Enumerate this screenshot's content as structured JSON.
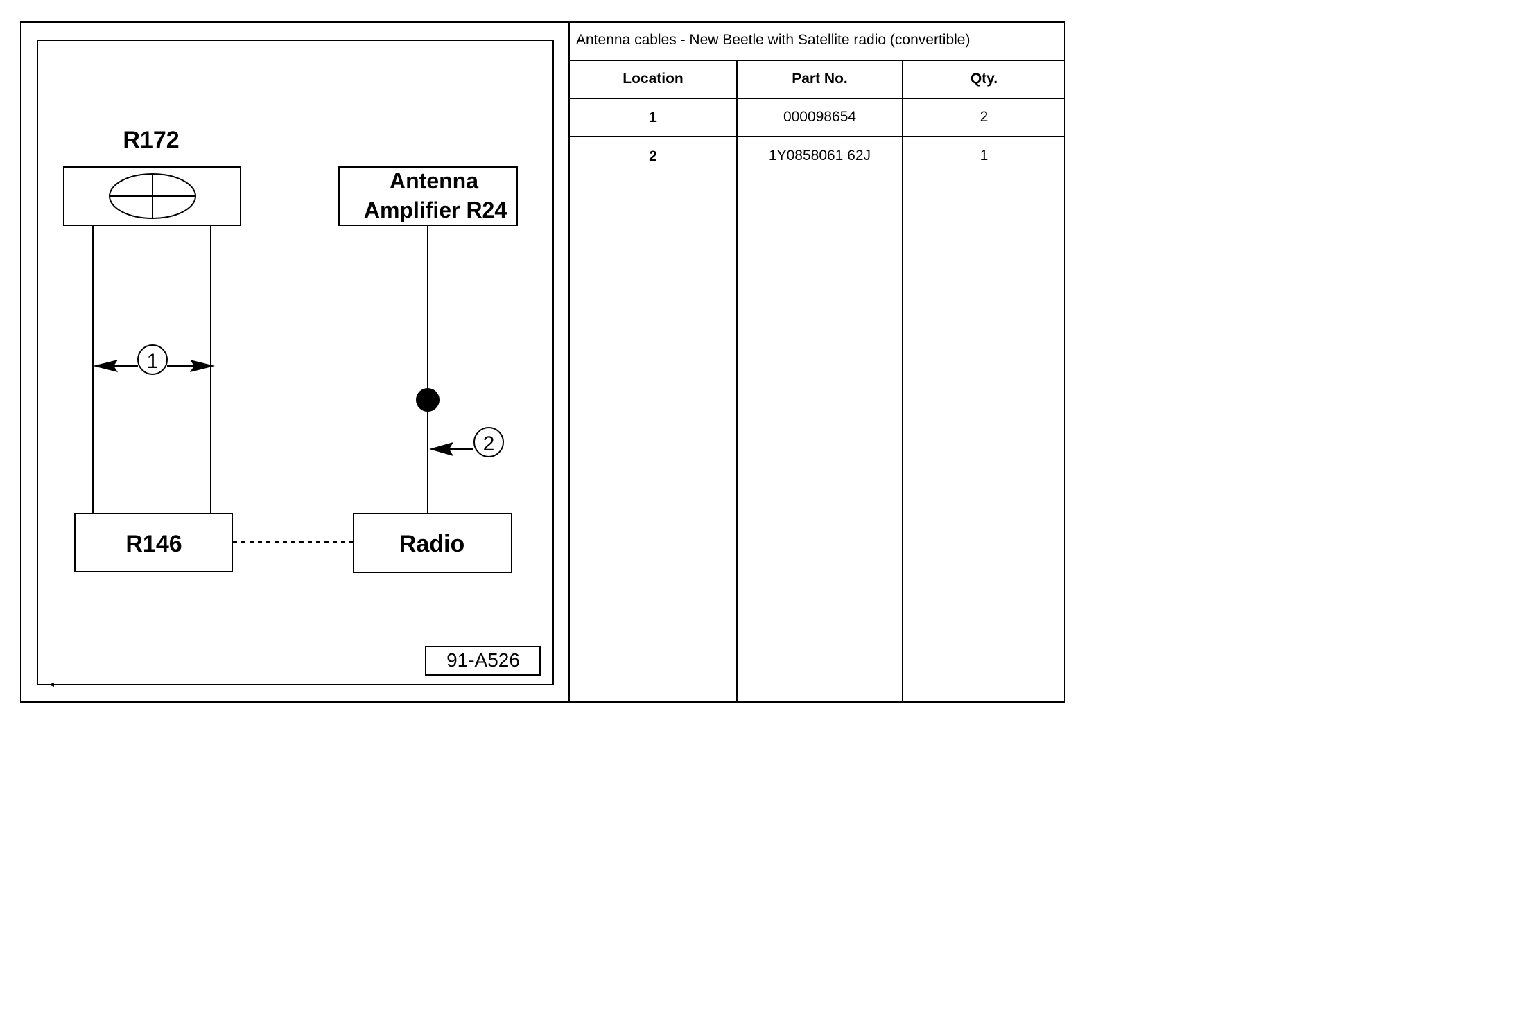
{
  "diagram": {
    "label_r172": "R172",
    "label_antenna_line1": "Antenna",
    "label_antenna_line2": "Amplifier R24",
    "label_r146": "R146",
    "label_radio": "Radio",
    "callout_1": "1",
    "callout_2": "2",
    "figure_id": "91-A526"
  },
  "table": {
    "title": "Antenna cables - New Beetle with Satellite radio (convertible)",
    "headers": [
      "Location",
      "Part No.",
      "Qty."
    ],
    "rows": [
      {
        "location": "1",
        "part_no": "000098654",
        "qty": "2"
      },
      {
        "location": "2",
        "part_no": "1Y0858061 62J",
        "qty": "1"
      }
    ]
  }
}
